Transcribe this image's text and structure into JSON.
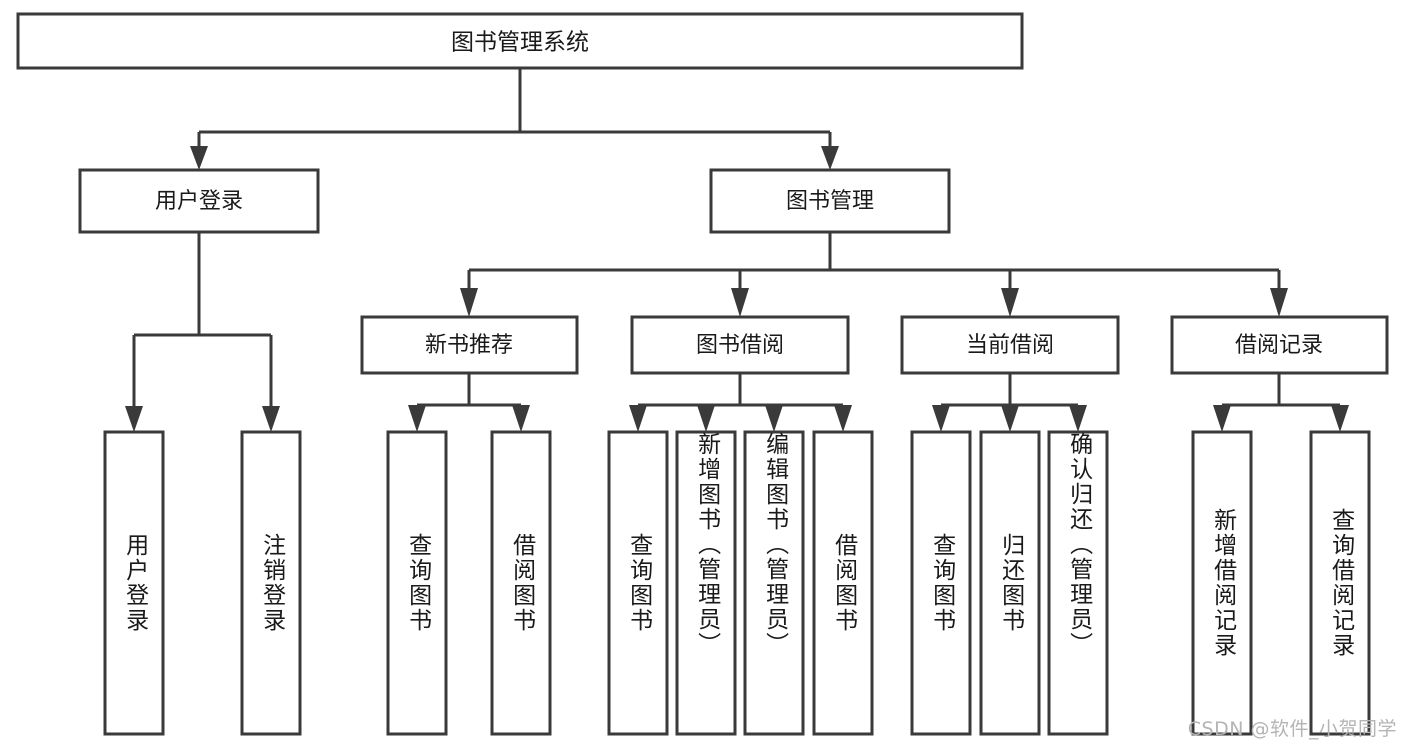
{
  "diagram": {
    "type": "tree",
    "title": "图书管理系统",
    "orientation": "top-down",
    "colors": {
      "stroke": "#3a3a3a",
      "box_fill": "#ffffff",
      "text": "#1a1a1a",
      "background": "#ffffff",
      "watermark": "#b4b4b4"
    },
    "root": {
      "label": "图书管理系统"
    },
    "level2": [
      {
        "label": "用户登录"
      },
      {
        "label": "图书管理"
      }
    ],
    "level3": [
      {
        "label": "新书推荐"
      },
      {
        "label": "图书借阅"
      },
      {
        "label": "当前借阅"
      },
      {
        "label": "借阅记录"
      }
    ],
    "leaves": {
      "user_login": [
        {
          "label": "用户登录"
        },
        {
          "label": "注销登录"
        }
      ],
      "new_book": [
        {
          "label": "查询图书"
        },
        {
          "label": "借阅图书"
        }
      ],
      "borrow": [
        {
          "label": "查询图书"
        },
        {
          "label": "新增图书（管理员）"
        },
        {
          "label": "编辑图书（管理员）"
        },
        {
          "label": "借阅图书"
        }
      ],
      "current": [
        {
          "label": "查询图书"
        },
        {
          "label": "归还图书"
        },
        {
          "label": "确认归还（管理员）"
        }
      ],
      "record": [
        {
          "label": "新增借阅记录"
        },
        {
          "label": "查询借阅记录"
        }
      ]
    }
  },
  "watermark": {
    "text": "CSDN @软件_小贺同学"
  }
}
